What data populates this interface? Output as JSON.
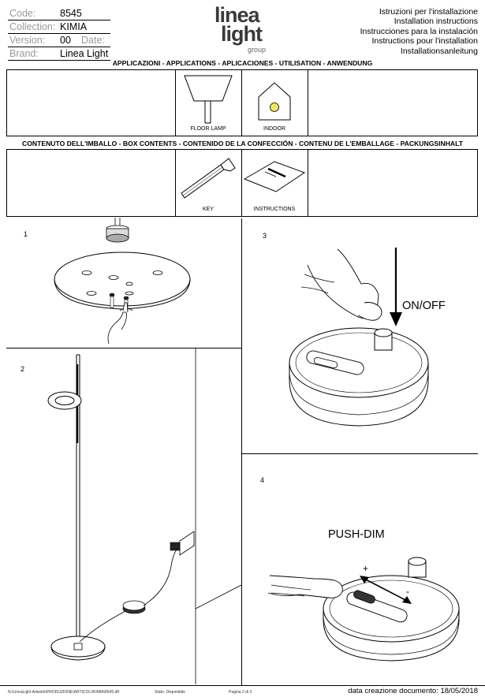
{
  "header": {
    "code_label": "Code:",
    "code_value": "8545",
    "collection_label": "Collection:",
    "collection_value": "KIMIA",
    "version_label": "Version:",
    "version_value": "00",
    "date_label": "Date:",
    "brand_label": "Brand:",
    "brand_value": "Linea Light"
  },
  "logo": {
    "line1": "linea",
    "line2": "light",
    "line3": "group"
  },
  "instruction_titles": [
    "Istruzioni per l'installazione",
    "Installation instructions",
    "Instrucciones para la instalación",
    "Instructions pour l'installation",
    "Installationsanleitung"
  ],
  "applications": {
    "heading": "APPLICAZIONI - APPLICATIONS - APLICACIONES - UTILISATION - ANWENDUNG",
    "floor_lamp": "FLOOR LAMP",
    "indoor": "INDOOR"
  },
  "box_contents": {
    "heading": "CONTENUTO DELL'IMBALLO - BOX CONTENTS - CONTENIDO DE LA CONFECCIÓN - CONTENU DE L'EMBALLAGE - PACKUNGSINHALT",
    "key": "KEY",
    "instructions": "INSTRUCTIONS"
  },
  "steps": {
    "s1": "1",
    "s2": "2",
    "s3": "3",
    "s4": "4",
    "on_off": "ON/OFF",
    "push_dim": "PUSH-DIM",
    "plus": "+",
    "minus": "-"
  },
  "footer": {
    "path": "N:\\LineaLight Artwork\\PRODUZIONE\\ARTICOLI\\KIMIA\\8545.dft",
    "status": "Stato: Disponibile",
    "page": "Pagina  2  di  3",
    "date": "data creazione documento: 18/05/2018"
  },
  "colors": {
    "bulb": "#f2e65a",
    "grey_label": "#9a9a9a"
  }
}
